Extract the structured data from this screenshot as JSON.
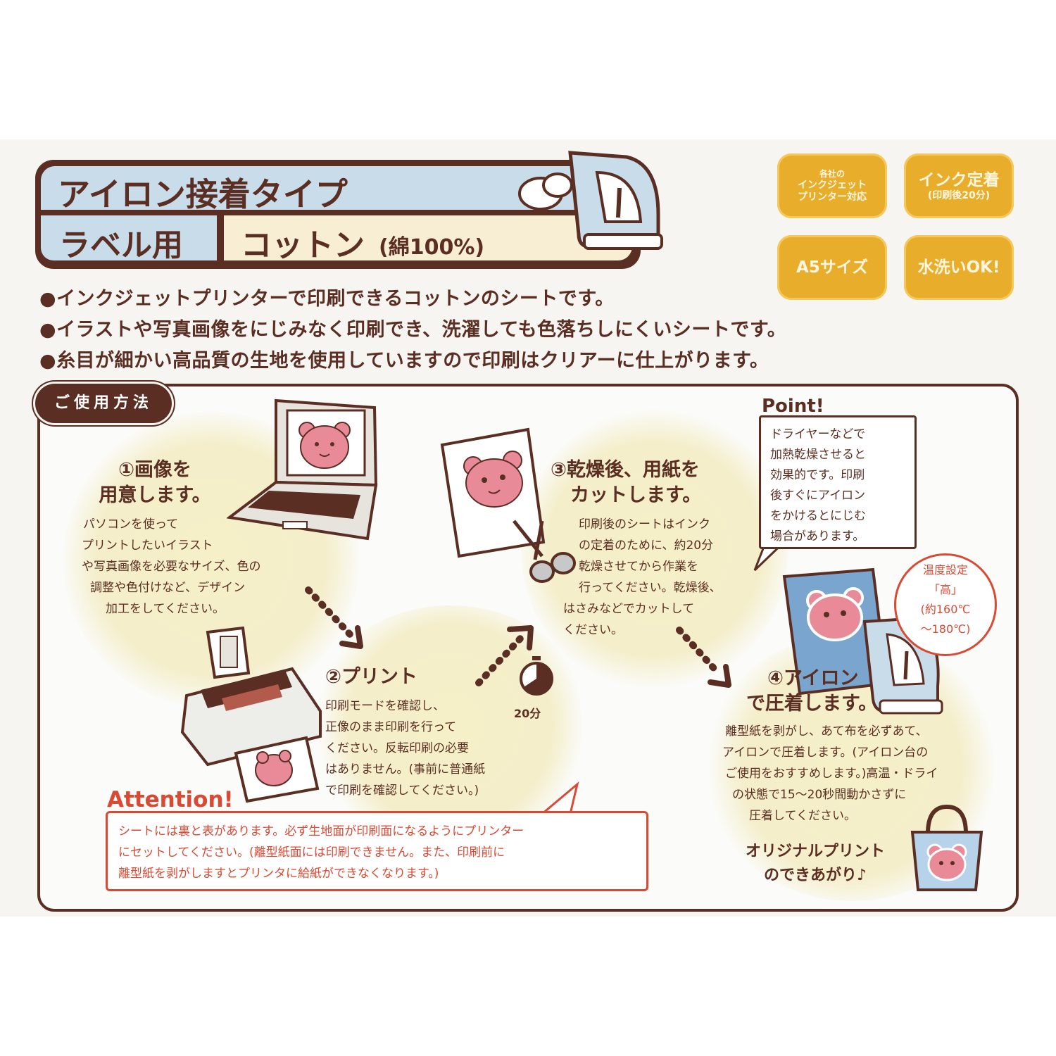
{
  "header": {
    "title": "アイロン接着タイプ",
    "label_tag": "ラベル用",
    "material": "コットン",
    "material_note": "(綿100%)"
  },
  "badges": [
    {
      "line1": "各社の",
      "line2": "インクジェット",
      "line3": "プリンター対応"
    },
    {
      "main": "インク定着",
      "sub": "(印刷後20分)"
    },
    {
      "main": "A5サイズ"
    },
    {
      "main": "水洗いOK!"
    }
  ],
  "bullets": [
    "インクジェットプリンターで印刷できるコットンのシートです。",
    "イラストや写真画像をにじみなく印刷でき、洗濯しても色落ちしにくいシートです。",
    "糸目が細かい高品質の生地を使用していますので印刷はクリアーに仕上がります。"
  ],
  "howto_label": "ご使用方法",
  "steps": [
    {
      "title1": "①画像を",
      "title2": "用意します。",
      "body": [
        "パソコンを使って",
        "プリントしたいイラスト",
        "や写真画像を必要なサイズ、色の",
        "調整や色付けなど、デザイン",
        "加工をしてください。"
      ]
    },
    {
      "title1": "②プリント",
      "body": [
        "印刷モードを確認し、",
        "正像のまま印刷を行って",
        "ください。反転印刷の必要",
        "はありません。(事前に普通紙",
        "で印刷を確認してください。)"
      ]
    },
    {
      "title1": "③乾燥後、用紙を",
      "title2": "カットします。",
      "body": [
        "印刷後のシートはインク",
        "の定着のために、約20分",
        "乾燥させてから作業を",
        "行ってください。乾燥後、",
        "はさみなどでカットして",
        "ください。"
      ]
    },
    {
      "title1": "④アイロン",
      "title2": "で圧着します。",
      "body": [
        "離型紙を剥がし、あて布を必ずあて、",
        "アイロンで圧着します。(アイロン台の",
        "ご使用をおすすめします。)高温・ドライ",
        "の状態で15〜20秒間動かさずに",
        "圧着してください。"
      ]
    }
  ],
  "timer_label": "20分",
  "point": {
    "title": "Point!",
    "body": [
      "ドライヤーなどで",
      "加熱乾燥させると",
      "効果的です。印刷",
      "後すぐにアイロン",
      "をかけるとにじむ",
      "場合があります。"
    ]
  },
  "temperature": {
    "line1": "温度設定",
    "line2": "「高」",
    "line3": "(約160℃",
    "line4": "〜180℃)"
  },
  "attention": {
    "title": "Attention!",
    "body": [
      "シートには裏と表があります。必ず生地面が印刷面になるようにプリンター",
      "にセットしてください。(離型紙面には印刷できません。また、印刷前に",
      "離型紙を剥がしますとプリンタに給紙ができなくなります。)"
    ]
  },
  "final": {
    "line1": "オリジナルプリント",
    "line2": "のできあがり♪"
  },
  "colors": {
    "brown": "#5a2e22",
    "blue": "#c9dce9",
    "cream": "#f7eed3",
    "gold": "#e9ad2c",
    "red": "#d84a34",
    "pink": "#e98a98"
  }
}
